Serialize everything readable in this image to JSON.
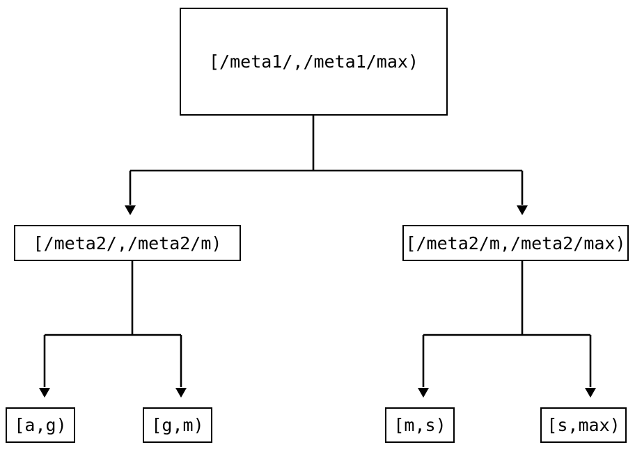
{
  "diagram": {
    "type": "tree",
    "title": "",
    "background_color": "#ffffff",
    "stroke_color": "#000000",
    "fill_color": "#ffffff",
    "nodes": {
      "root": {
        "label": "[/meta1/,/meta1/max)"
      },
      "mid_left": {
        "label": "[/meta2/,/meta2/m)"
      },
      "mid_right": {
        "label": "[/meta2/m,/meta2/max)"
      },
      "leaf_1": {
        "label": "[a,g)"
      },
      "leaf_2": {
        "label": "[g,m)"
      },
      "leaf_3": {
        "label": "[m,s)"
      },
      "leaf_4": {
        "label": "[s,max)"
      }
    },
    "edges": [
      {
        "from": "root",
        "to": "mid_left",
        "arrow": "down-triangle"
      },
      {
        "from": "root",
        "to": "mid_right",
        "arrow": "down-triangle"
      },
      {
        "from": "mid_left",
        "to": "leaf_1",
        "arrow": "down-triangle"
      },
      {
        "from": "mid_left",
        "to": "leaf_2",
        "arrow": "down-triangle"
      },
      {
        "from": "mid_right",
        "to": "leaf_3",
        "arrow": "down-triangle"
      },
      {
        "from": "mid_right",
        "to": "leaf_4",
        "arrow": "down-triangle"
      }
    ]
  }
}
